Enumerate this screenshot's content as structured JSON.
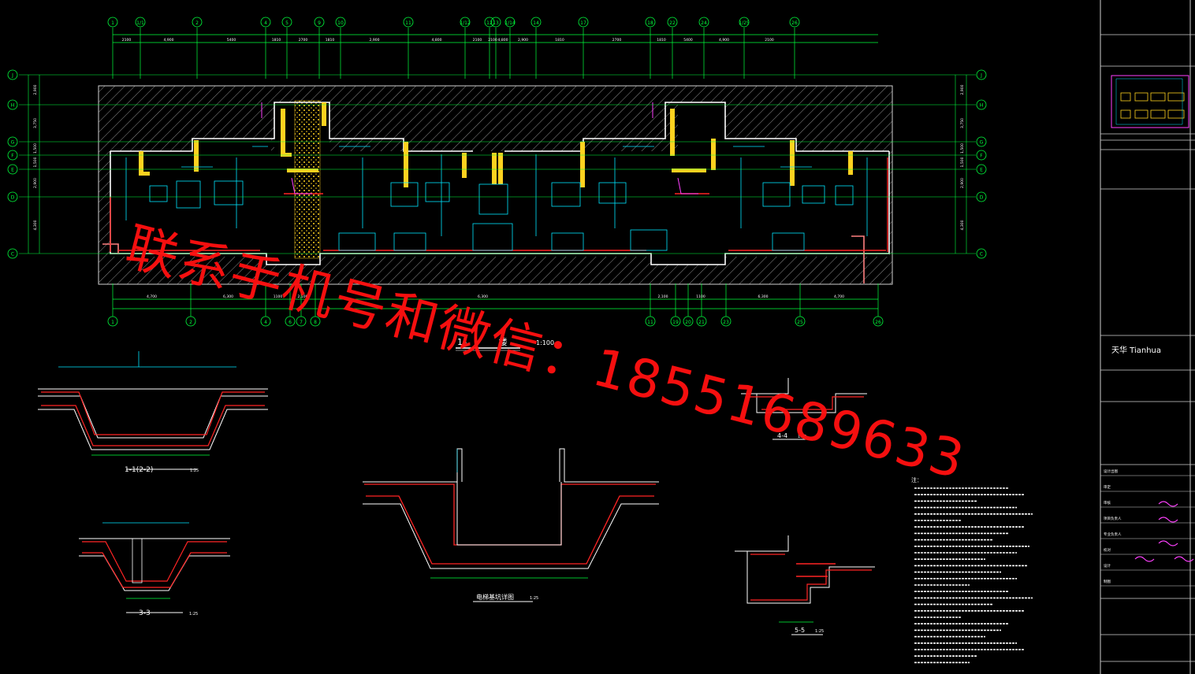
{
  "drawing": {
    "plan_title_prefix": "1–",
    "plan_title_mid": "楼",
    "plan_title_scale": "1:100",
    "grid_top": [
      "1",
      "1/1",
      "2",
      "4",
      "5",
      "9",
      "10",
      "11",
      "1/12",
      "12",
      "13",
      "1/14",
      "14",
      "17",
      "18",
      "22",
      "24",
      "1/25",
      "26"
    ],
    "grid_bottom": [
      "1",
      "2",
      "4",
      "6",
      "7",
      "8",
      "11",
      "19",
      "20",
      "21",
      "23",
      "25",
      "26"
    ],
    "grid_side": [
      "J",
      "H",
      "G",
      "F",
      "E",
      "D",
      "C"
    ],
    "dims_top": [
      "2100",
      "4,900",
      "5400",
      "1810",
      "2700",
      "1810",
      "2,900",
      "4,800",
      "2100",
      "2100",
      "4,800",
      "2,900",
      "1810",
      "2700",
      "1810",
      "5400",
      "4,900",
      "2100"
    ],
    "dims_bottom": [
      "4,700",
      "6,300",
      "1100",
      "2,100",
      "6,300",
      "2,100",
      "1100",
      "6,300",
      "4,700"
    ],
    "dims_side": [
      "2,900",
      "3,750",
      "1,500",
      "1,500",
      "2,900",
      "4,300"
    ],
    "section_labels": [
      "1-1(2-2)",
      "3-3",
      "电梯基坑详图",
      "4-4",
      "5-5"
    ],
    "section_scales": [
      "1:25",
      "1:25",
      "1:25",
      "1:25",
      "1:25"
    ]
  },
  "notes_header": "注：",
  "title_block": {
    "company_logo": "天华 Tianhua",
    "rows": [
      "设计出图",
      "审定",
      "审核",
      "项目负责人",
      "专业负责人",
      "校对",
      "设计",
      "制图"
    ]
  },
  "watermark": "联系手机号和微信：18551689633",
  "colors": {
    "background": "#000000",
    "grid_axis": "#00ff3c",
    "hatch": "#b4b4b4",
    "wall": "#ffffff",
    "column": "#ffd21f",
    "rebar": "#ff2424",
    "annotation": "#00e5ff",
    "dimension": "#00ff3c",
    "watermark": "#ff1010"
  }
}
